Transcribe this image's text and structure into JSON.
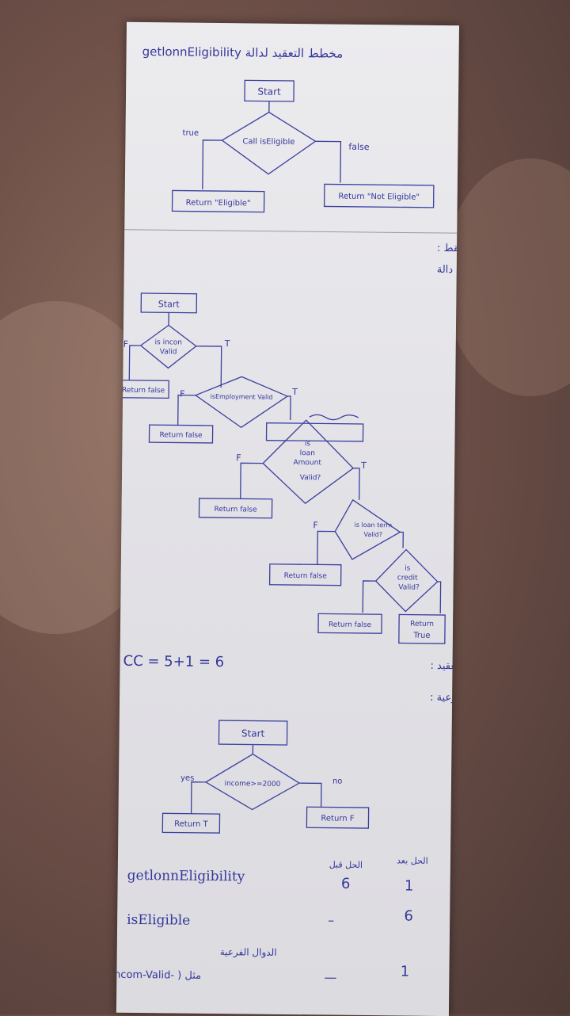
{
  "section1": {
    "title": "getlonnEligibility مخطط التعقيد لدالة",
    "start": "Start",
    "decision": "Call isEligible",
    "left_branch": "true",
    "right_branch": "false",
    "left_return": "Return \"Eligible\"",
    "right_return": "Return \"Not Eligible\""
  },
  "section2": {
    "heading": "حساب التعقيد لفرع واحد فقط :",
    "subheading": "isEligible مخطط دالة",
    "start": "Start",
    "d1": [
      "is incon",
      "Valid"
    ],
    "d2": "isEmployment Valid",
    "d3": [
      "is",
      "loan",
      "Amount",
      "Valid?"
    ],
    "d4": [
      "is loan term",
      "Valid?"
    ],
    "d5": [
      "is",
      "credit",
      "Valid?"
    ],
    "ret_false": "Return false",
    "ret_true": [
      "Return",
      "True"
    ],
    "T": "T",
    "F": "F"
  },
  "cc": {
    "formula": "CC = 5+1 = 6",
    "label": "حساب التعقيد :"
  },
  "section3": {
    "heading": "مخططات الدوال الفرعية :",
    "start": "Start",
    "decision": "income>=2000",
    "yes": "yes",
    "no": "no",
    "ret_t": "Return T",
    "ret_f": "Return F"
  },
  "table": {
    "col_before": "الحل قبل",
    "col_after": "الحل بعد",
    "rows": [
      {
        "name": "getlonnEligibility",
        "before": "6",
        "after": "1"
      },
      {
        "name": "isEligible",
        "before": "–",
        "after": "6"
      },
      {
        "name": "(incom-Valid- ) مثل",
        "note": "الدوال الفرعية",
        "before": "—",
        "after": "1"
      }
    ]
  }
}
